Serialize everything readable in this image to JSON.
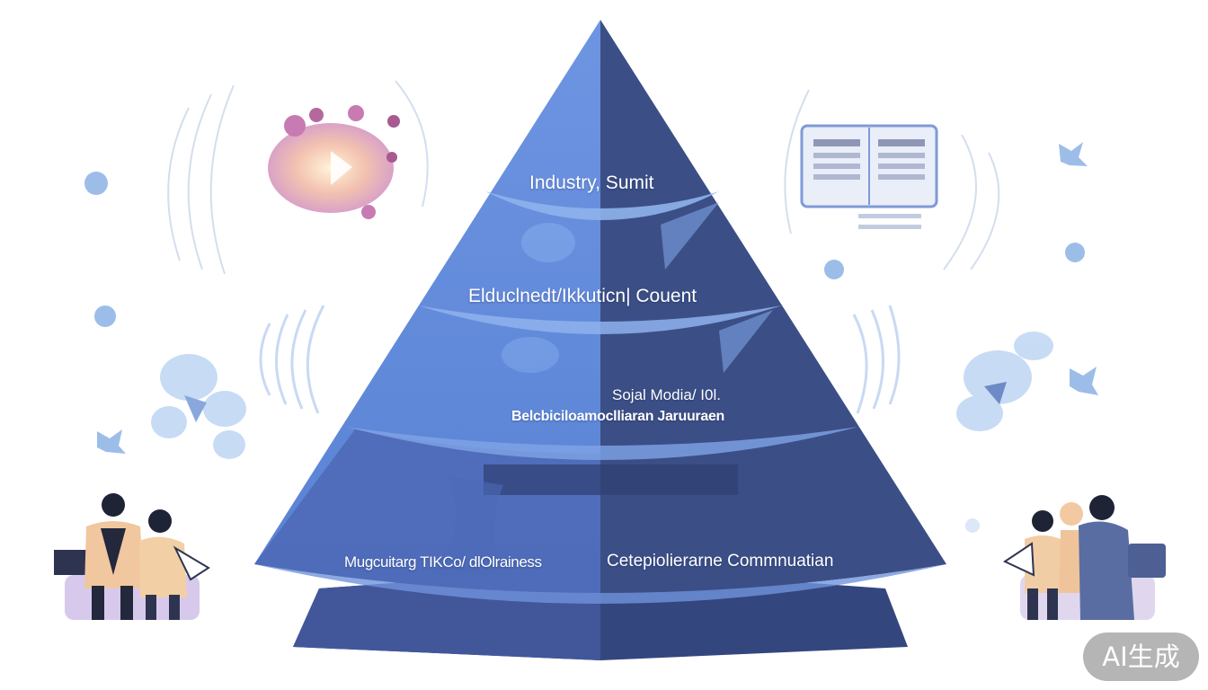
{
  "pyramid": {
    "tiers": [
      {
        "label": "Industry, Sumit"
      },
      {
        "label": "Elduclnedt/Ikkuticn| Couent"
      },
      {
        "label": "Sojal Modia/ I0l.",
        "sublabel": "Belcbiciloamoclliaran Jaruuraen"
      },
      {
        "label_left": "Mugcuitarg TIKCo/ dlOlrainess",
        "label_right": "Cetepiolierarne Commnuatian"
      }
    ],
    "colors": {
      "face_left": "#6a92df",
      "face_right": "#3b4f86",
      "base_dark": "#34467e"
    }
  },
  "decorations": {
    "icons": [
      "brain-icon",
      "newspaper-icon",
      "people-group-left-icon",
      "people-group-right-icon",
      "signal-waves-icon"
    ]
  },
  "badge": {
    "text": "AI生成"
  }
}
